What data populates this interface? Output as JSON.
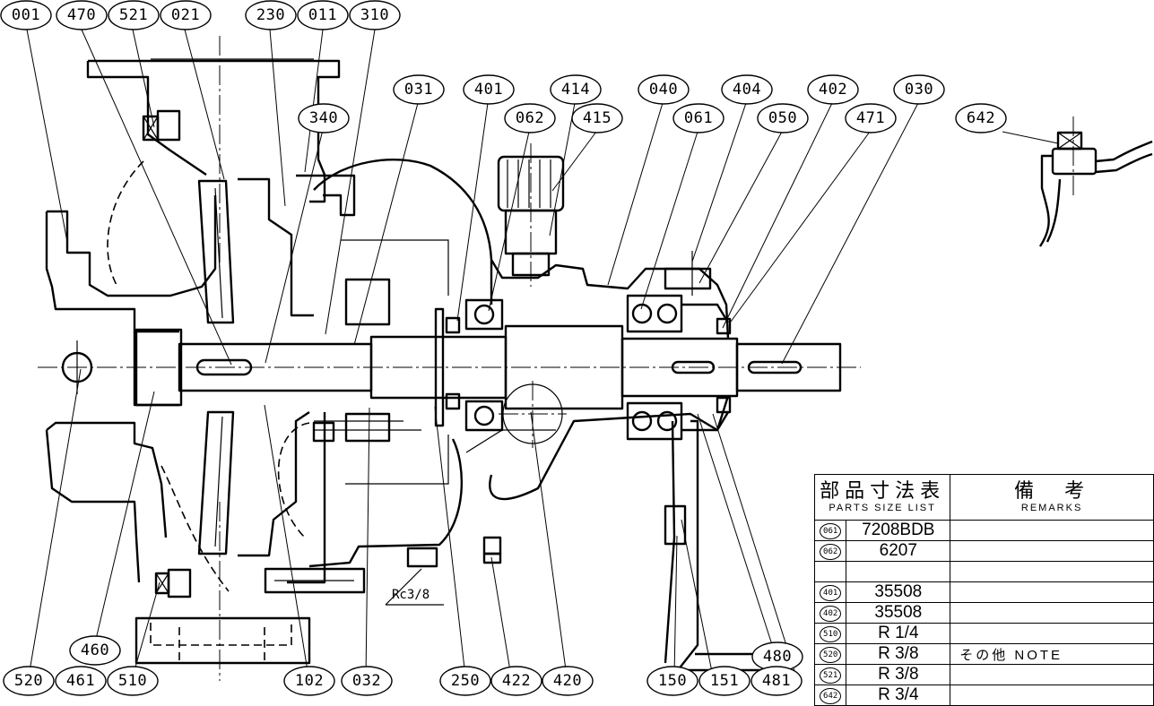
{
  "callouts": {
    "c001": "001",
    "c470": "470",
    "c521": "521",
    "c021": "021",
    "c230": "230",
    "c011": "011",
    "c310": "310",
    "c031": "031",
    "c401": "401",
    "c414": "414",
    "c040": "040",
    "c404": "404",
    "c402": "402",
    "c030": "030",
    "c340": "340",
    "c062": "062",
    "c415": "415",
    "c061": "061",
    "c050": "050",
    "c471": "471",
    "c642": "642",
    "c460": "460",
    "c520": "520",
    "c461": "461",
    "c510": "510",
    "c102": "102",
    "c032": "032",
    "c250": "250",
    "c422": "422",
    "c420": "420",
    "c150": "150",
    "c151": "151",
    "c481": "481",
    "c480": "480"
  },
  "drain_label": "Rc3/8",
  "parts_table": {
    "header_title": "部品寸法表",
    "header_subtitle": "PARTS SIZE LIST",
    "remarks_title": "備　考",
    "remarks_subtitle": "REMARKS",
    "rows": [
      {
        "part": "061",
        "size": "7208BDB",
        "remarks": ""
      },
      {
        "part": "062",
        "size": "6207",
        "remarks": ""
      },
      {
        "part": "",
        "size": "",
        "remarks": ""
      },
      {
        "part": "401",
        "size": "35508",
        "remarks": ""
      },
      {
        "part": "402",
        "size": "35508",
        "remarks": ""
      },
      {
        "part": "510",
        "size": "R 1/4",
        "remarks": ""
      },
      {
        "part": "520",
        "size": "R 3/8",
        "remarks": "その他 NOTE"
      },
      {
        "part": "521",
        "size": "R 3/8",
        "remarks": ""
      },
      {
        "part": "642",
        "size": "R 3/4",
        "remarks": ""
      }
    ]
  }
}
